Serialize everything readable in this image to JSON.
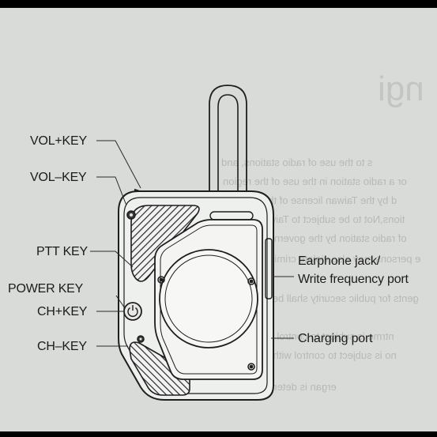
{
  "labels": {
    "vol_plus": "VOL+KEY",
    "vol_minus": "VOL–KEY",
    "ptt": "PTT KEY",
    "power": "POWER KEY",
    "ch_plus": "CH+KEY",
    "ch_minus": "CH–KEY",
    "earphone_line1": "Earphone jack/",
    "earphone_line2": "Write frequency port",
    "charging": "Charging port"
  },
  "show_through": {
    "title": "ngi",
    "lines": [
      "s to the use of radio stations, and",
      "or a radio station in the use of the region",
      "d by the Taiwan license of the station",
      "tions,Not to be subject to Taiwan, the",
      "of radio station by the government",
      "e persons may also violate criminal",
      "gents for public security shall be subject",
      "ntrme is subject to control for the",
      "no is subject to control with regard to",
      "ergan is determinated"
    ]
  },
  "colors": {
    "paper": "#d9dbd8",
    "ink": "#1b1b1b",
    "frame": "#000000"
  }
}
